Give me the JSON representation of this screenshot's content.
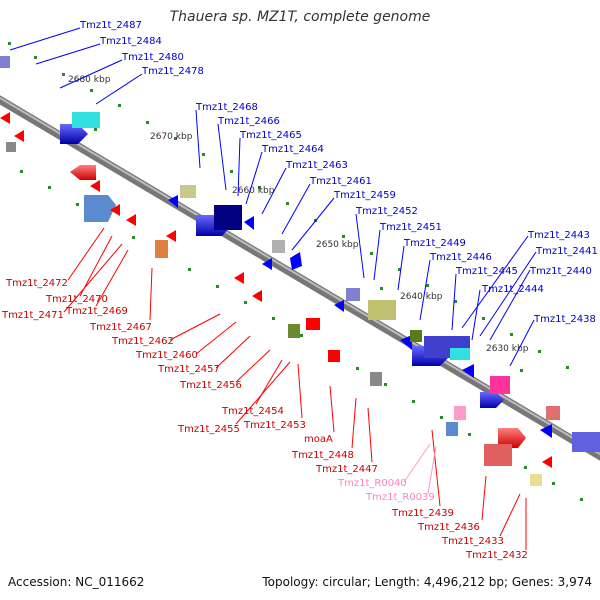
{
  "title": "Thauera sp. MZ1T, complete genome",
  "footer": {
    "accession": "Accession: NC_011662",
    "summary": "Topology: circular; Length: 4,496,212 bp; Genes: 3,974"
  },
  "ticks": [
    "2680 kbp",
    "2670 kbp",
    "2660 kbp",
    "2650 kbp",
    "2640 kbp",
    "2630 kbp"
  ],
  "labels_above": [
    "Tmz1t_2487",
    "Tmz1t_2484",
    "Tmz1t_2480",
    "Tmz1t_2478",
    "Tmz1t_2468",
    "Tmz1t_2466",
    "Tmz1t_2465",
    "Tmz1t_2464",
    "Tmz1t_2463",
    "Tmz1t_2461",
    "Tmz1t_2459",
    "Tmz1t_2452",
    "Tmz1t_2451",
    "Tmz1t_2449",
    "Tmz1t_2446",
    "Tmz1t_2445",
    "Tmz1t_2444",
    "Tmz1t_2443",
    "Tmz1t_2441",
    "Tmz1t_2440",
    "Tmz1t_2438"
  ],
  "labels_below": [
    "Tmz1t_2472",
    "Tmz1t_2470",
    "Tmz1t_2471",
    "Tmz1t_2469",
    "Tmz1t_2467",
    "Tmz1t_2462",
    "Tmz1t_2460",
    "Tmz1t_2457",
    "Tmz1t_2456",
    "Tmz1t_2454",
    "Tmz1t_2455",
    "Tmz1t_2453",
    "moaA",
    "Tmz1t_2448",
    "Tmz1t_2447",
    "Tmz1t_R0040",
    "Tmz1t_R0039",
    "Tmz1t_2439",
    "Tmz1t_2436",
    "Tmz1t_2433",
    "Tmz1t_2432"
  ],
  "colors": {
    "forward_gene": "#0000ff",
    "reverse_gene": "#ff0000",
    "rna_gene": "#ff99cc",
    "backbone": "#808080",
    "tick_dot": "#2a8a2a"
  }
}
